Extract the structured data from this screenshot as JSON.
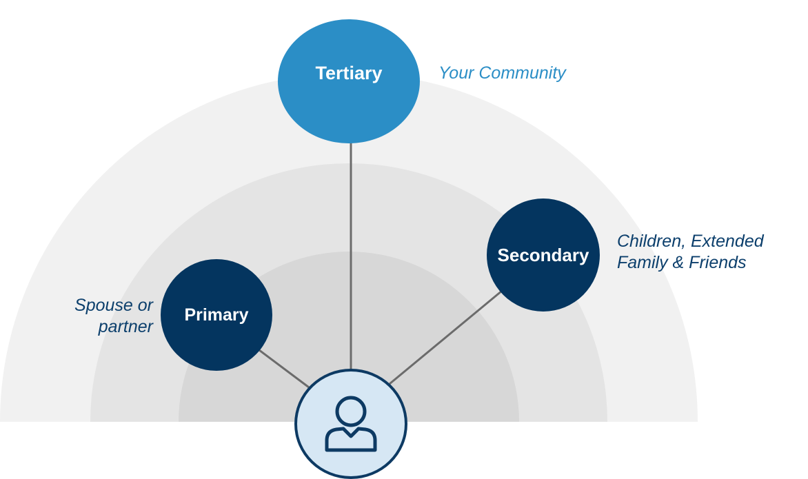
{
  "diagram": {
    "nodes": {
      "tertiary": {
        "label": "Tertiary",
        "color": "#2b8ec6"
      },
      "secondary": {
        "label": "Secondary",
        "color": "#04355f"
      },
      "primary": {
        "label": "Primary",
        "color": "#04355f"
      },
      "user": {
        "icon": "user-icon",
        "color": "#d6e7f4",
        "border_color": "#0d3a63"
      }
    },
    "captions": {
      "tertiary": "Your Community",
      "secondary": [
        "Children, Extended",
        "Family & Friends"
      ],
      "primary": [
        "Spouse or",
        "partner"
      ]
    },
    "rings": {
      "outer_color": "#f1f1f1",
      "middle_color": "#e4e4e4",
      "inner_color": "#d7d7d7"
    },
    "connector_color": "#6b6b6b"
  }
}
